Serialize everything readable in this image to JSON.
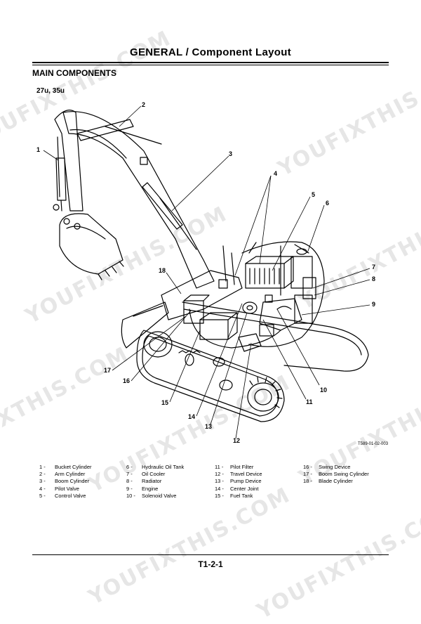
{
  "header": {
    "title": "GENERAL / Component Layout",
    "section": "MAIN COMPONENTS",
    "model": "27u, 35u"
  },
  "figure": {
    "code": "T589-01-02-003",
    "callouts": [
      "1",
      "2",
      "3",
      "4",
      "5",
      "6",
      "7",
      "8",
      "9",
      "10",
      "11",
      "12",
      "13",
      "14",
      "15",
      "16",
      "17",
      "18"
    ]
  },
  "legend": {
    "col1": [
      {
        "num": "1 -",
        "label": "Bucket Cylinder"
      },
      {
        "num": "2 -",
        "label": "Arm Cylinder"
      },
      {
        "num": "3 -",
        "label": "Boom Cylinder"
      },
      {
        "num": "4 -",
        "label": "Pilot Valve"
      },
      {
        "num": "5 -",
        "label": "Control Valve"
      }
    ],
    "col2": [
      {
        "num": "6 -",
        "label": "Hydraulic Oil Tank"
      },
      {
        "num": "7 -",
        "label": "Oil Cooler"
      },
      {
        "num": "8 -",
        "label": "Radiator"
      },
      {
        "num": "9 -",
        "label": "Engine"
      },
      {
        "num": "10 -",
        "label": "Solenoid Valve"
      }
    ],
    "col3": [
      {
        "num": "11 -",
        "label": "Pilot Filter"
      },
      {
        "num": "12 -",
        "label": "Travel Device"
      },
      {
        "num": "13 -",
        "label": "Pump Device"
      },
      {
        "num": "14 -",
        "label": "Center Joint"
      },
      {
        "num": "15 -",
        "label": "Fuel Tank"
      }
    ],
    "col4": [
      {
        "num": "16 -",
        "label": "Swing Device"
      },
      {
        "num": "17 -",
        "label": "Boom Swing Cylinder"
      },
      {
        "num": "18 -",
        "label": "Blade Cylinder"
      }
    ]
  },
  "footer": {
    "page": "T1-2-1"
  },
  "watermark": {
    "text": "YOUFIXTHIS.COM"
  }
}
